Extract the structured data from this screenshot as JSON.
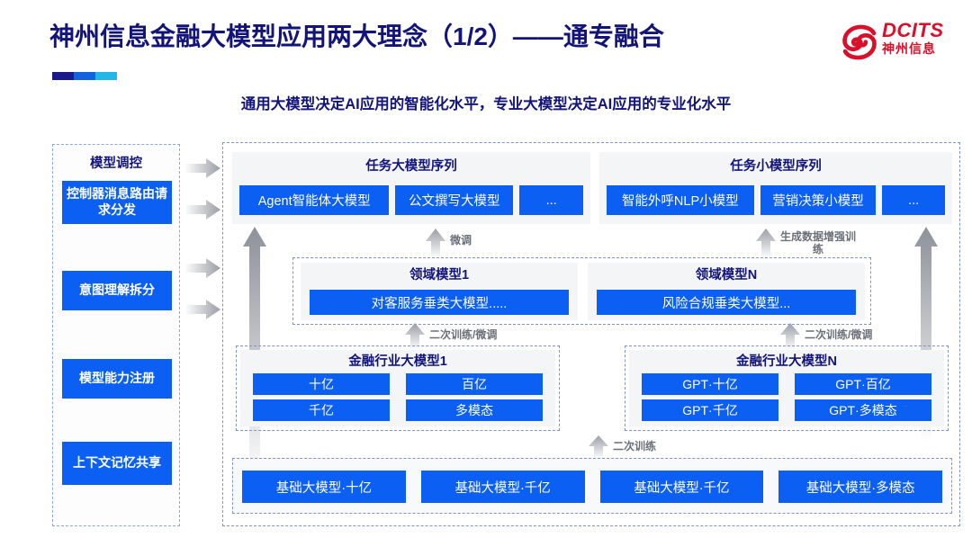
{
  "header": {
    "title": "神州信息金融大模型应用两大理念（1/2）——通专融合",
    "subtitle": "通用大模型决定AI应用的智能化水平，专业大模型决定AI应用的专业化水平",
    "accent_colors": [
      "#1a1a8c",
      "#1263e0",
      "#22b7ea"
    ],
    "title_color": "#13147a"
  },
  "logo": {
    "en": "DCITS",
    "cn": "神州信息",
    "color": "#d8102a"
  },
  "control_column": {
    "title": "模型调控",
    "items": [
      {
        "label": "控制器消息路由请求分发"
      },
      {
        "label": "意图理解拆分"
      },
      {
        "label": "模型能力注册"
      },
      {
        "label": "上下文记忆共享"
      }
    ]
  },
  "task_sequences": [
    {
      "title": "任务大模型序列",
      "chips": [
        {
          "label": "Agent智能体大模型",
          "flex": 2.35
        },
        {
          "label": "公文撰写大模型",
          "flex": 1.85
        },
        {
          "label": "...",
          "flex": 1.0
        }
      ]
    },
    {
      "title": "任务小模型序列",
      "chips": [
        {
          "label": "智能外呼NLP小模型",
          "flex": 2.35
        },
        {
          "label": "营销决策小模型",
          "flex": 1.85
        },
        {
          "label": "...",
          "flex": 1.0
        }
      ]
    }
  ],
  "domain_models": [
    {
      "title": "领域模型1",
      "chip": "对客服务垂类大模型....."
    },
    {
      "title": "领域模型N",
      "chip": "风险合规垂类大模型..."
    }
  ],
  "industry_models": [
    {
      "title": "金融行业大模型1",
      "chips": [
        "十亿",
        "百亿",
        "千亿",
        "多模态"
      ]
    },
    {
      "title": "金融行业大模型N",
      "chips": [
        "GPT·十亿",
        "GPT·百亿",
        "GPT·千亿",
        "GPT·多模态"
      ]
    }
  ],
  "base_models": {
    "chips": [
      "基础大模型·十亿",
      "基础大模型·千亿",
      "基础大模型·千亿",
      "基础大模型·多模态"
    ]
  },
  "arrow_labels": {
    "fine_tune": "微调",
    "data_aug": "生成数据增强训练",
    "retrain_tune_left": "二次训练/微调",
    "retrain_tune_right": "二次训练/微调",
    "retrain": "二次训练"
  },
  "colors": {
    "chip_blue": "#0b5ff2",
    "panel_gray": "#f4f5f7",
    "dashed_border": "#7f93cf",
    "label_gray": "#6b6f78"
  }
}
